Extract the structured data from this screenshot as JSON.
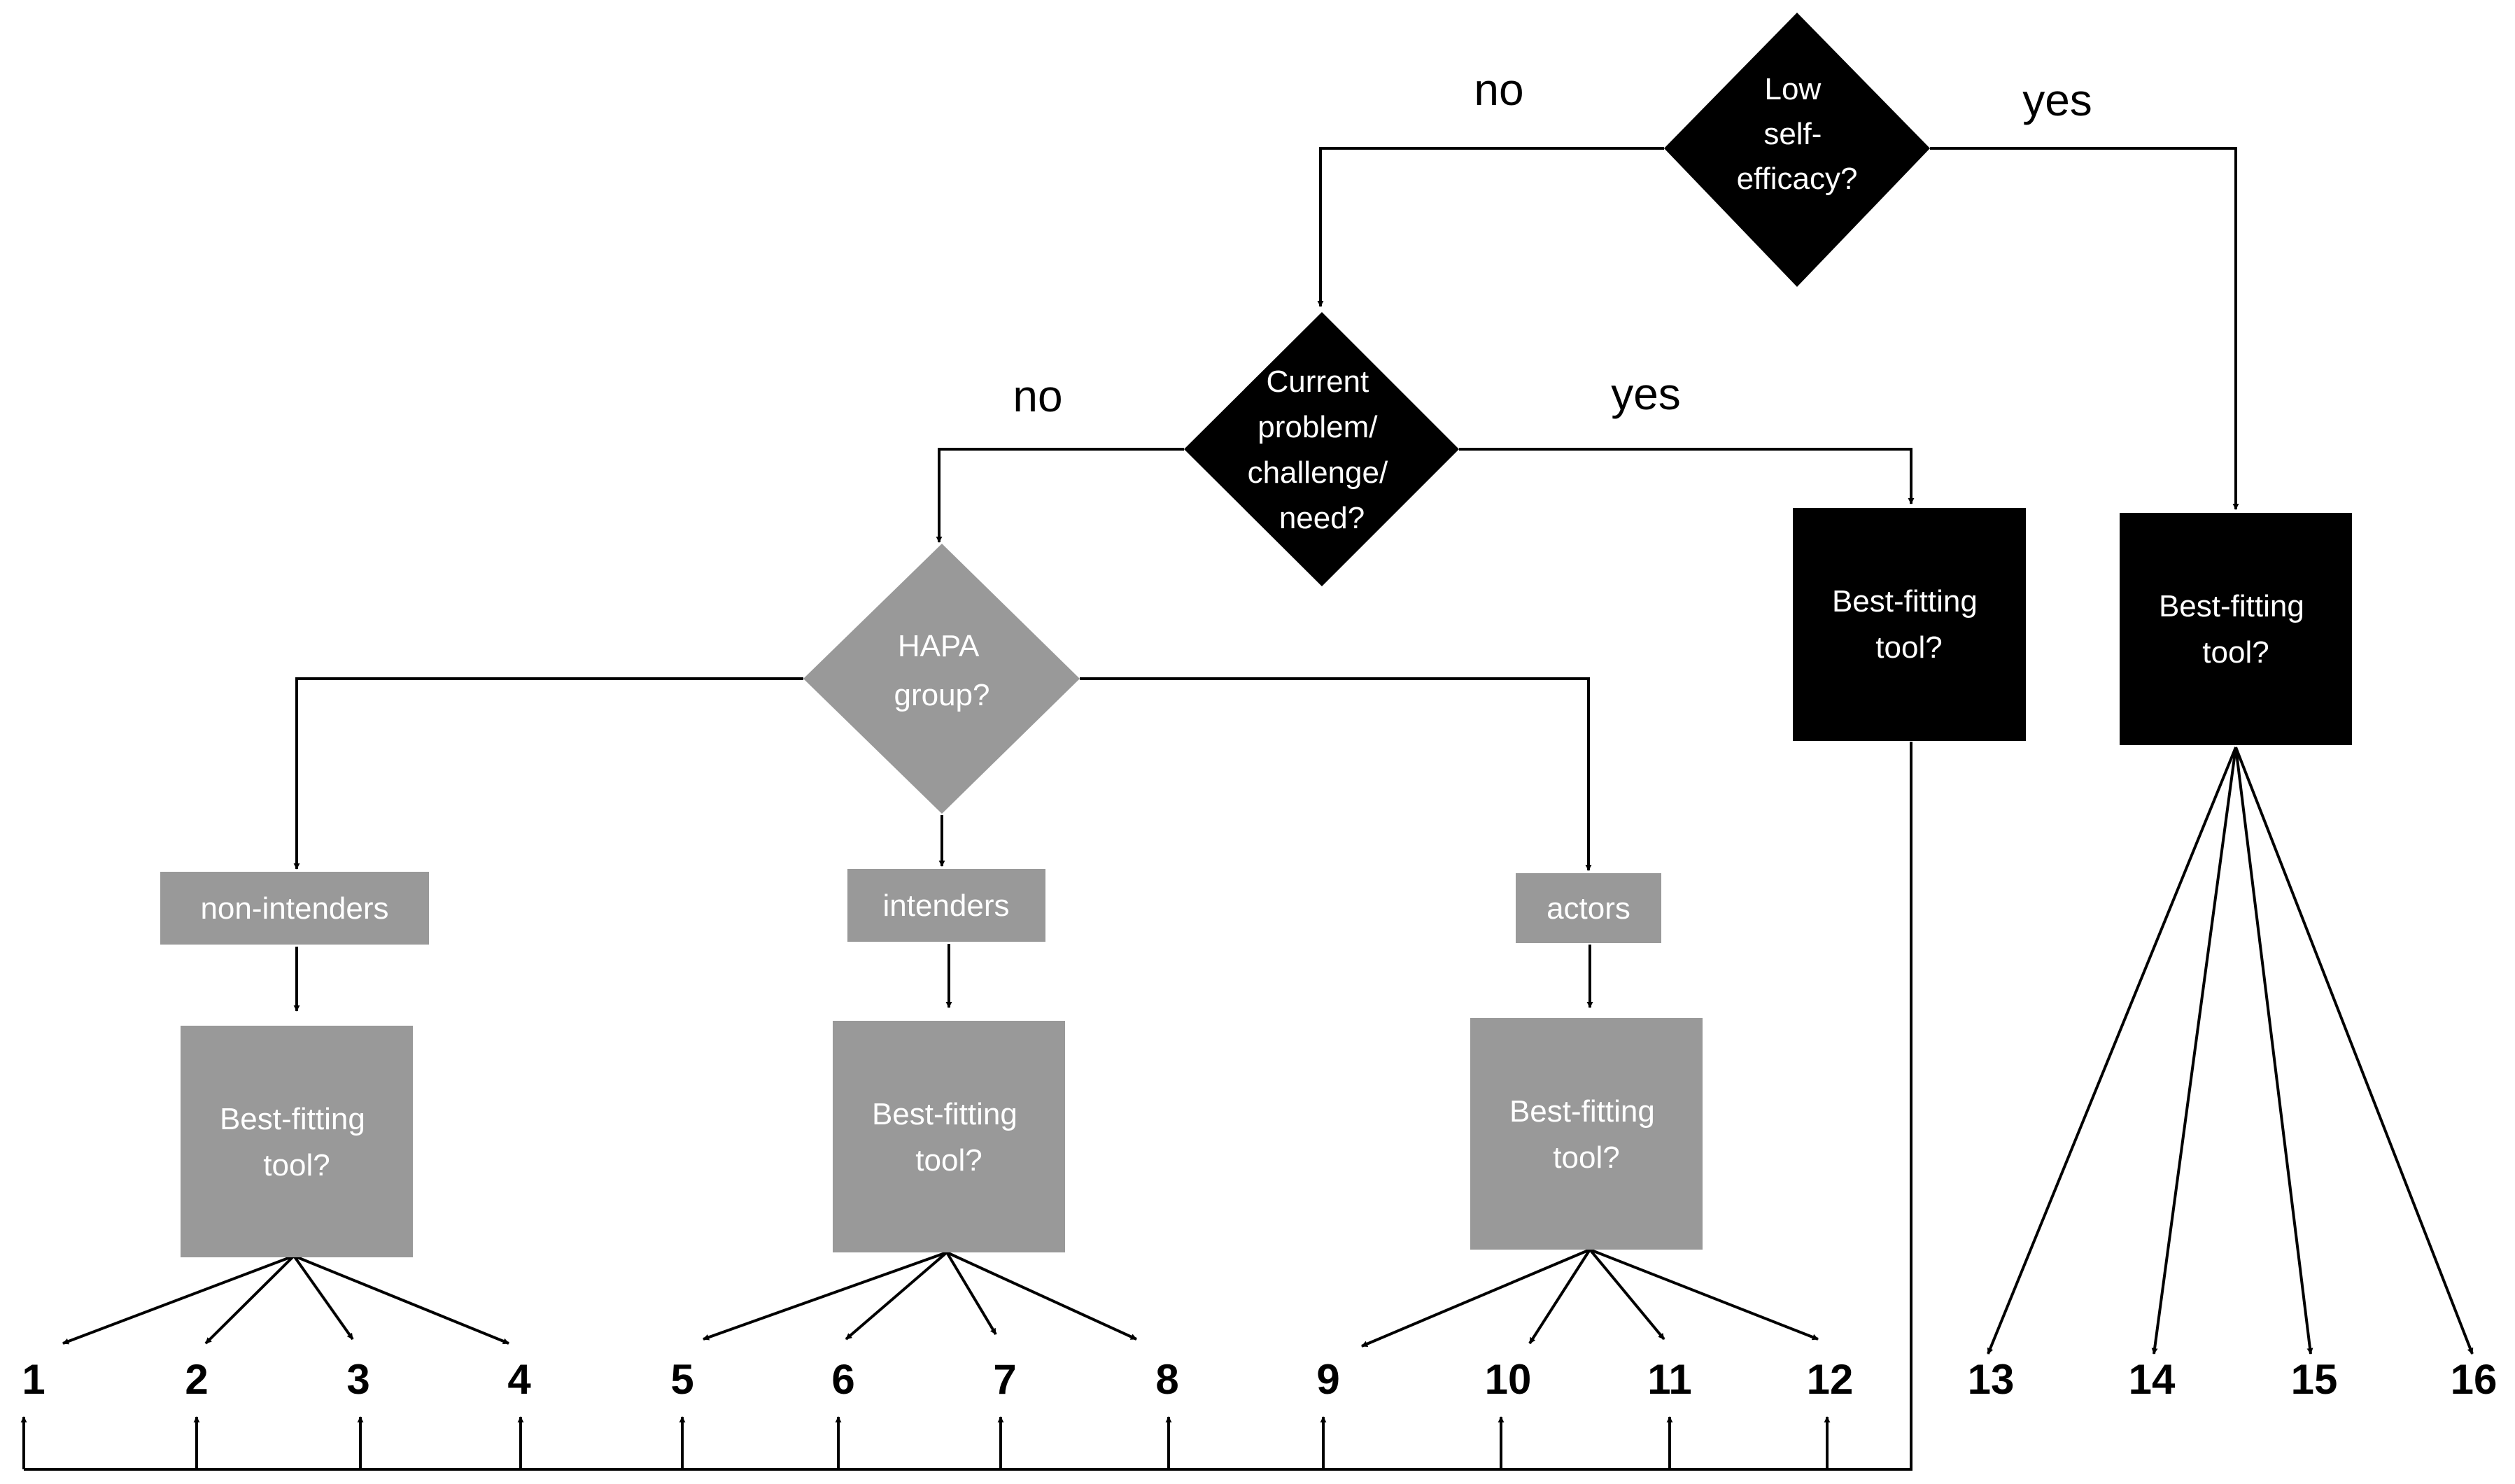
{
  "colors": {
    "dark": "#000000",
    "gray": "#999999",
    "text_light": "#ffffff",
    "line": "#000000"
  },
  "decisions": {
    "self_efficacy": {
      "lines": [
        "Low",
        "self-",
        "efficacy?"
      ]
    },
    "problem": {
      "lines": [
        "Current",
        "problem/",
        "challenge/",
        "need?"
      ]
    },
    "hapa": {
      "lines": [
        "HAPA",
        "group?"
      ]
    }
  },
  "branches": {
    "self_efficacy_no": "no",
    "self_efficacy_yes": "yes",
    "problem_no": "no",
    "problem_yes": "yes"
  },
  "groups": [
    "non-intenders",
    "intenders",
    "actors"
  ],
  "tools": {
    "non_intenders": [
      "Best-fitting",
      "tool?"
    ],
    "intenders": [
      "Best-fitting",
      "tool?"
    ],
    "actors": [
      "Best-fitting",
      "tool?"
    ],
    "problem": [
      "Best-fitting",
      "tool?"
    ],
    "self_efficacy": [
      "Best-fitting",
      "tool?"
    ]
  },
  "outcomes": [
    "1",
    "2",
    "3",
    "4",
    "5",
    "6",
    "7",
    "8",
    "9",
    "10",
    "11",
    "12",
    "13",
    "14",
    "15",
    "16"
  ]
}
